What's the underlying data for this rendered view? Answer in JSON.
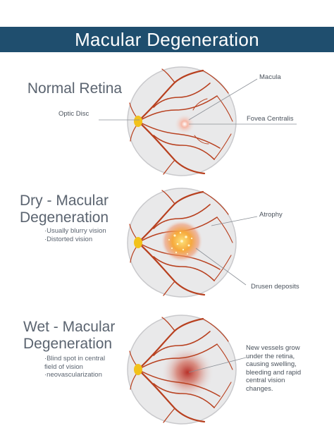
{
  "title": "Macular Degeneration",
  "sections": [
    {
      "title_lines": [
        "Normal Retina"
      ],
      "bullets": [],
      "labels": [
        "Macula",
        "Optic Disc",
        "Fovea Centralis"
      ]
    },
    {
      "title_lines": [
        "Dry - Macular",
        "Degeneration"
      ],
      "bullets": [
        "·Usually blurry vision",
        "·Distorted vision"
      ],
      "labels": [
        "Atrophy",
        "Drusen deposits"
      ]
    },
    {
      "title_lines": [
        "Wet - Macular",
        "Degeneration"
      ],
      "bullets": [
        "·Blind spot in central",
        "field of vision",
        "·neovascularization"
      ],
      "labels": [
        "New vessels grow",
        "under the retina,",
        "causing swelling,",
        "bleeding and rapid",
        "central vision",
        "changes."
      ]
    }
  ],
  "colors": {
    "banner": "#1f4e6e",
    "retina": "#e9e9ea",
    "vessel": "#b8401f",
    "optic_disc": "#f2c21b",
    "text": "#5b6470"
  }
}
